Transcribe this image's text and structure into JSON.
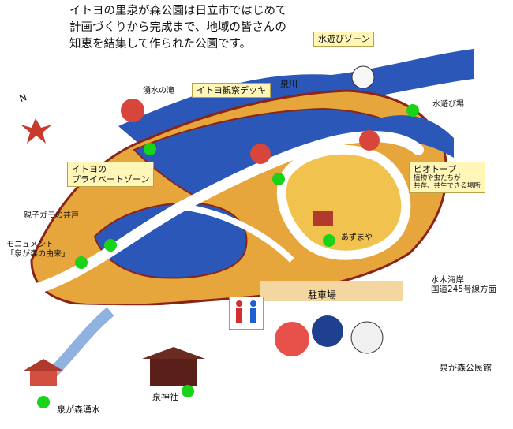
{
  "intro_lines": [
    "イトヨの里泉が森公園は日立市ではじめて",
    "計画づくりから完成まで、地域の皆さんの",
    "知恵を結集して作られた公園です。"
  ],
  "callouts": {
    "water_play_zone": "水遊びゾーン",
    "observation_deck": "イトヨ観察デッキ",
    "private_zone_line1": "イトヨの",
    "private_zone_line2": "プライベートゾーン",
    "biotope_title": "ビオトープ",
    "biotope_desc1": "植物や虫たちが",
    "biotope_desc2": "共存、共生できる場所"
  },
  "labels": {
    "spring_waterfall": "湧水の滝",
    "river": "泉川",
    "water_play_area": "水遊び場",
    "parent_duck_well": "親子ガモの井戸",
    "monument_line1": "モニュメント",
    "monument_line2": "「泉が森の由来」",
    "azumaya": "あずまや",
    "parking": "駐車場",
    "direction_line1": "水木海岸",
    "direction_line2": "国道245号線方面",
    "community_hall": "泉が森公民館",
    "izumi_spring": "泉が森湧水",
    "izumi_shrine": "泉神社"
  },
  "compass_letter": "N",
  "colors": {
    "path": "#ffffff",
    "water": "#2b57b8",
    "ground": "#e7a63c",
    "border": "#8a2418",
    "marker": "#19d319",
    "callout_bg": "#fff6b8"
  }
}
